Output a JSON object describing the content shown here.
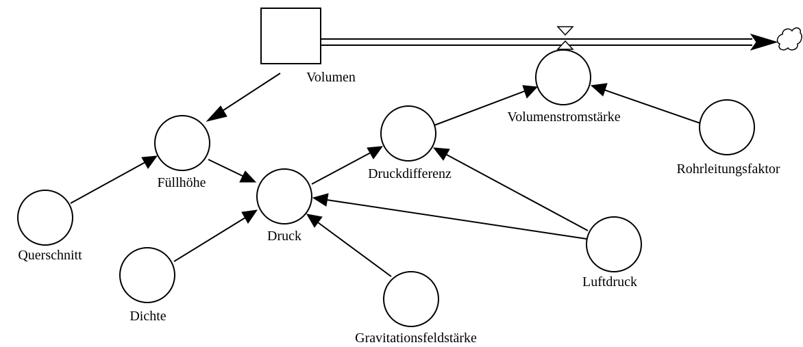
{
  "nodes": {
    "stock": {
      "label": "Volumen"
    },
    "flow": {
      "label": "Volumenstromstärke"
    },
    "fuellhoehe": {
      "label": "Füllhöhe"
    },
    "druck": {
      "label": "Druck"
    },
    "druckdifferenz": {
      "label": "Druckdifferenz"
    },
    "querschnitt": {
      "label": "Querschnitt"
    },
    "dichte": {
      "label": "Dichte"
    },
    "gravitation": {
      "label": "Gravitationsfeldstärke"
    },
    "luftdruck": {
      "label": "Luftdruck"
    },
    "rohrleitung": {
      "label": "Rohrleitungsfaktor"
    }
  },
  "links": [
    {
      "from": "Volumen",
      "to": "Füllhöhe"
    },
    {
      "from": "Querschnitt",
      "to": "Füllhöhe"
    },
    {
      "from": "Füllhöhe",
      "to": "Druck"
    },
    {
      "from": "Dichte",
      "to": "Druck"
    },
    {
      "from": "Gravitationsfeldstärke",
      "to": "Druck"
    },
    {
      "from": "Luftdruck",
      "to": "Druck"
    },
    {
      "from": "Druck",
      "to": "Druckdifferenz"
    },
    {
      "from": "Luftdruck",
      "to": "Druckdifferenz"
    },
    {
      "from": "Druckdifferenz",
      "to": "Volumenstromstärke"
    },
    {
      "from": "Rohrleitungsfaktor",
      "to": "Volumenstromstärke"
    }
  ],
  "flow_pipe": {
    "from": "Volumen",
    "to": "cloud-sink"
  },
  "colors": {
    "stroke": "#000000",
    "background": "#ffffff"
  }
}
